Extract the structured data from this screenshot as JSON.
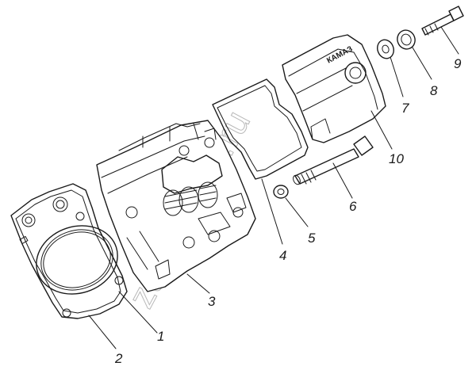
{
  "diagram": {
    "brand_text": "КАМАЗ",
    "watermark_text": "zapkamaz.ru",
    "callouts": [
      {
        "id": "1",
        "text": "1"
      },
      {
        "id": "2",
        "text": "2"
      },
      {
        "id": "3",
        "text": "3"
      },
      {
        "id": "4",
        "text": "4"
      },
      {
        "id": "5",
        "text": "5"
      },
      {
        "id": "6",
        "text": "6"
      },
      {
        "id": "7",
        "text": "7"
      },
      {
        "id": "8",
        "text": "8"
      },
      {
        "id": "9",
        "text": "9"
      },
      {
        "id": "10",
        "text": "10"
      }
    ]
  }
}
